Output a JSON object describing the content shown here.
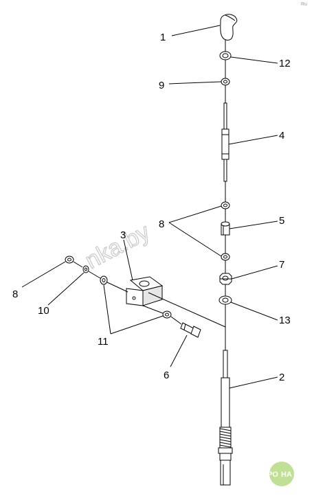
{
  "callouts": {
    "c1": "1",
    "c2": "2",
    "c3": "3",
    "c4": "4",
    "c5": "5",
    "c6": "6",
    "c7": "7",
    "c8a": "8",
    "c8b": "8",
    "c9": "9",
    "c10": "10",
    "c11": "11",
    "c12": "12",
    "c13": "13"
  },
  "watermark": "nka.by",
  "corner_mark": "Ru",
  "logo": {
    "left": "АГРО",
    "right": "НА"
  },
  "colors": {
    "line": "#000000",
    "watermark": "#c8c8c8",
    "logo_green": "#8dc63f"
  }
}
